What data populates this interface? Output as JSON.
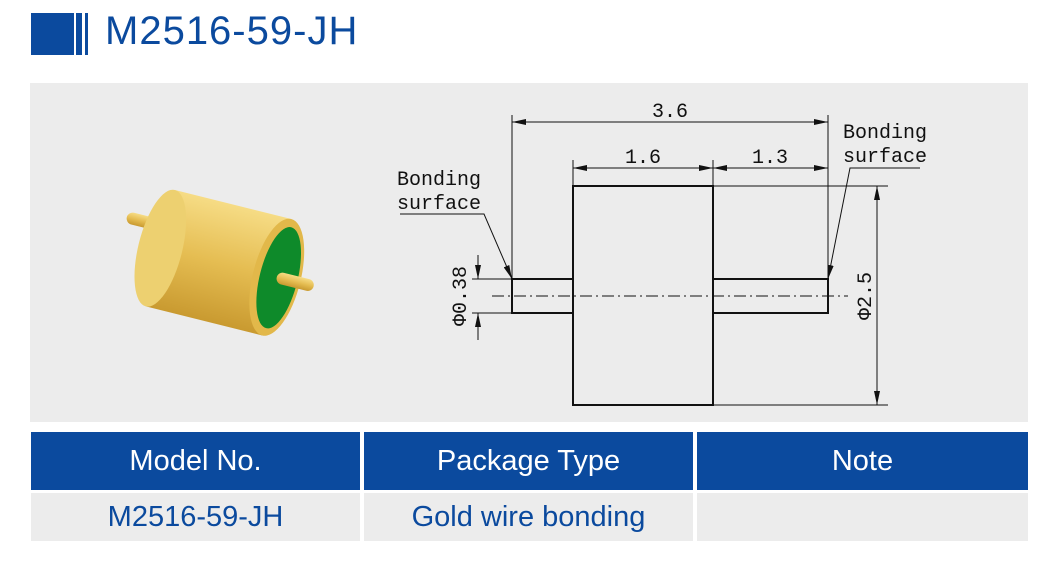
{
  "title": "M2516-59-JH",
  "drawing": {
    "dim_total": "3.6",
    "dim_body": "1.6",
    "dim_shaft": "1.3",
    "dim_body_dia": "Φ2.5",
    "dim_shaft_dia": "Φ0.38",
    "label_left": [
      "Bonding",
      "surface"
    ],
    "label_right": [
      "Bonding",
      "surface"
    ]
  },
  "table": {
    "headers": [
      "Model No.",
      "Package Type",
      "Note"
    ],
    "row": [
      "M2516-59-JH",
      "Gold wire bonding",
      ""
    ]
  },
  "colors": {
    "brand": "#0b4a9e",
    "gold": "#e8c25a",
    "green": "#0e8a2a"
  }
}
